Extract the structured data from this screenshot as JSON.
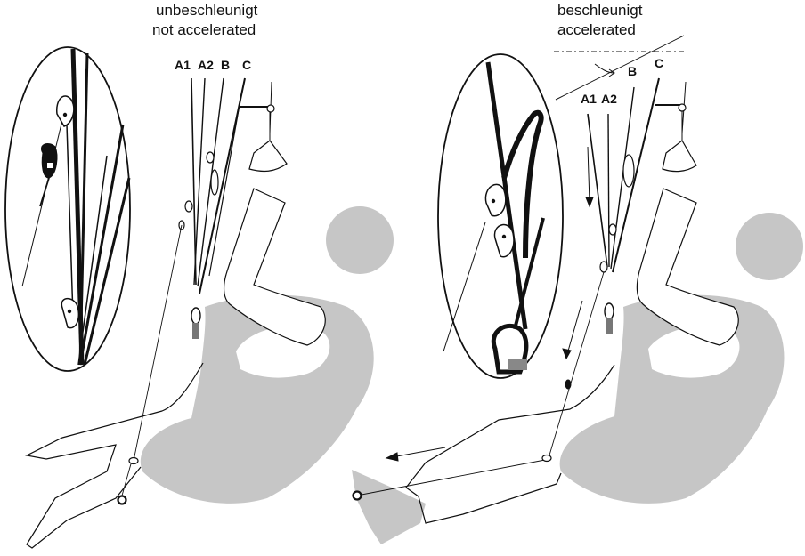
{
  "left_panel": {
    "caption_de": "unbeschleunigt",
    "caption_en": "not accelerated",
    "riser_labels": [
      "A1",
      "A2",
      "B",
      "C"
    ]
  },
  "right_panel": {
    "caption_de": "beschleunigt",
    "caption_en": "accelerated",
    "riser_labels": [
      "A1",
      "A2",
      "B",
      "C"
    ]
  },
  "colors": {
    "line": "#111111",
    "body_gray": "#c6c6c6",
    "background": "#ffffff"
  }
}
